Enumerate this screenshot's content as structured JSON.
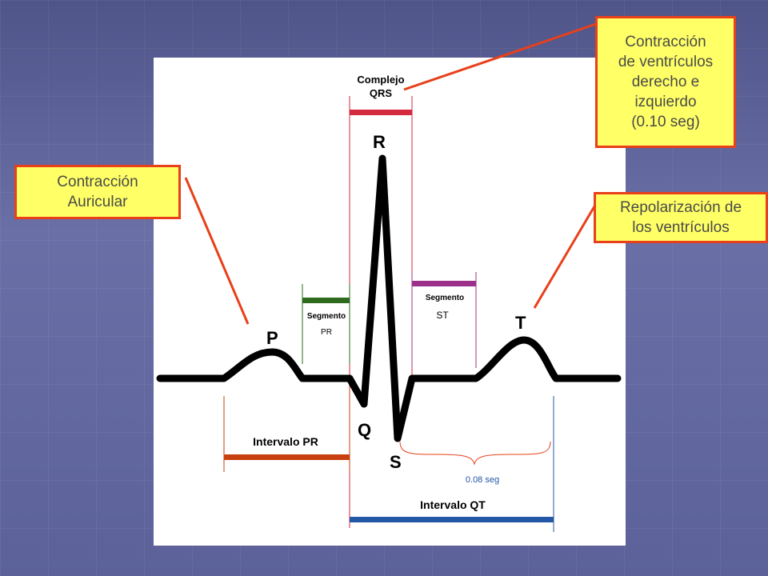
{
  "callouts": {
    "qrs": "Contracción\nde ventrículos\nderecho e\nizquierdo\n(0.10 seg)",
    "auricular": "Contracción\nAuricular",
    "repolarizacion": "Repolarización de\nlos ventrículos"
  },
  "waves": {
    "p": "P",
    "q": "Q",
    "r": "R",
    "s": "S",
    "t": "T"
  },
  "segments": {
    "qrs_line1": "Complejo",
    "qrs_line2": "QRS",
    "pr_line1": "Segmento",
    "pr_line2": "PR",
    "st_line1": "Segmento",
    "st_line2": "ST"
  },
  "intervals": {
    "pr": "Intervalo PR",
    "qt": "Intervalo QT",
    "st_duration": "0.08 seg"
  },
  "colors": {
    "callout_border": "#e8401a",
    "callout_fill": "#ffff66",
    "qrs": "#d42a3f",
    "pr_segment": "#2e6b1e",
    "st_segment": "#9b2f8a",
    "pr_interval": "#c8400f",
    "qt_interval": "#2457a6"
  }
}
